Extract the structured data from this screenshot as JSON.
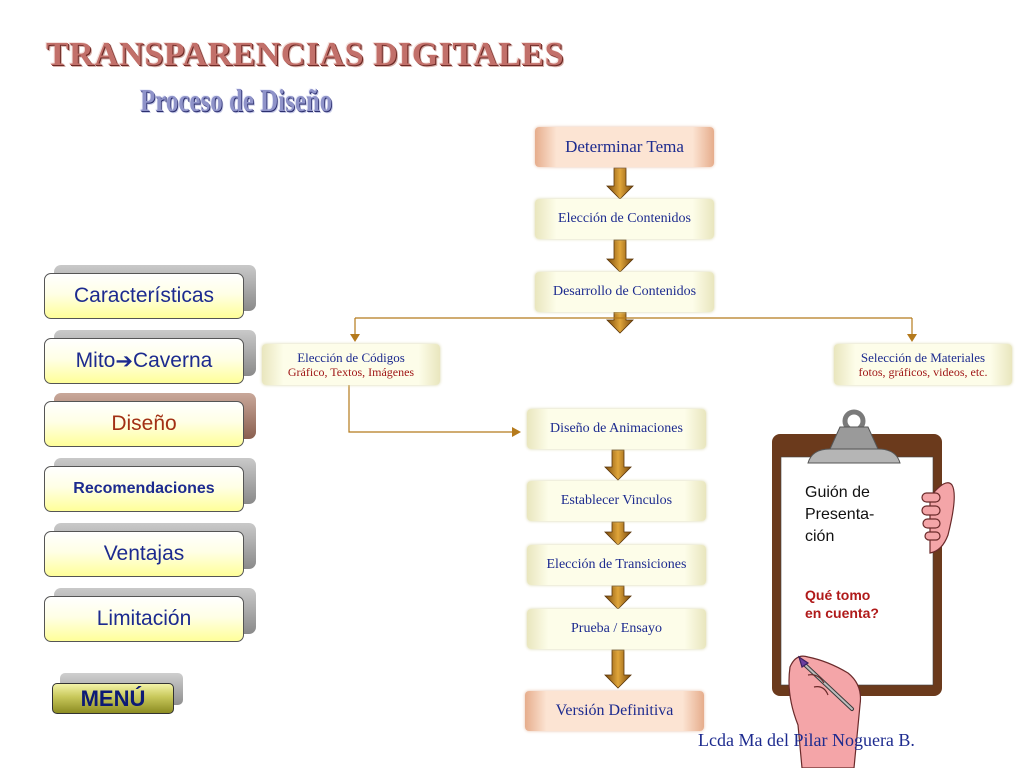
{
  "header": {
    "title": "TRANSPARENCIAS DIGITALES",
    "subtitle": "Proceso de Diseño"
  },
  "menu": {
    "items": [
      {
        "label": "Características"
      },
      {
        "label_a": "Mito",
        "arrow": "➔",
        "label_b": "Caverna"
      },
      {
        "label": "Diseño"
      },
      {
        "label": "Recomendaciones"
      },
      {
        "label": "Ventajas"
      },
      {
        "label": "Limitación"
      }
    ],
    "menu_button": "MENÚ"
  },
  "flow": {
    "determinar_tema": "Determinar Tema",
    "eleccion_contenidos": "Elección de Contenidos",
    "desarrollo_contenidos": "Desarrollo de Contenidos",
    "eleccion_codigos": "Elección de Códigos",
    "eleccion_codigos_sub": "Gráfico, Textos, Imágenes",
    "seleccion_materiales": "Selección de Materiales",
    "seleccion_materiales_sub": "fotos, gráficos, videos, etc.",
    "diseno_animaciones": "Diseño de Animaciones",
    "establecer_vinculos": "Establecer Vinculos",
    "eleccion_transiciones": "Elección de Transiciones",
    "prueba_ensayo": "Prueba / Ensayo",
    "version_definitiva": "Versión Definitiva"
  },
  "clipboard": {
    "line1": "Guión de",
    "line2": "Presenta-",
    "line3": "ción",
    "question1": "Qué tomo",
    "question2": "en cuenta?"
  },
  "footer": {
    "author": "Lcda Ma del Pilar Noguera B."
  },
  "colors": {
    "text_blue": "#1d2b8f",
    "active_red": "#a23014",
    "arrow_brown": "#8b5a12",
    "clipboard_brown": "#6b3a1c"
  }
}
